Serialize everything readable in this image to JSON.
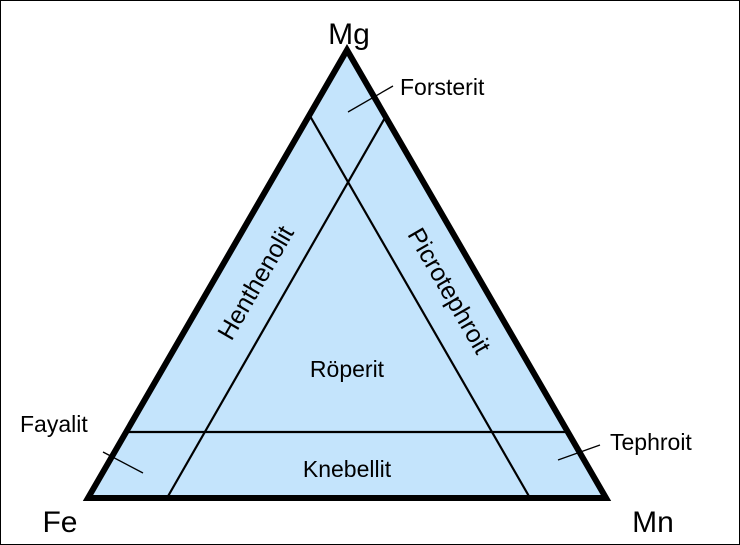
{
  "vertices": {
    "top": "Mg",
    "left": "Fe",
    "right": "Mn"
  },
  "fields": {
    "forsterit": "Forsterit",
    "fayalit": "Fayalit",
    "tephroit": "Tephroit",
    "henthenolit": "Henthenolit",
    "picrotephroit": "Picrotephroit",
    "roeperit": "Röperit",
    "knebellit": "Knebellit"
  },
  "colors": {
    "fill": "#c4e4fc",
    "line": "#000000"
  }
}
